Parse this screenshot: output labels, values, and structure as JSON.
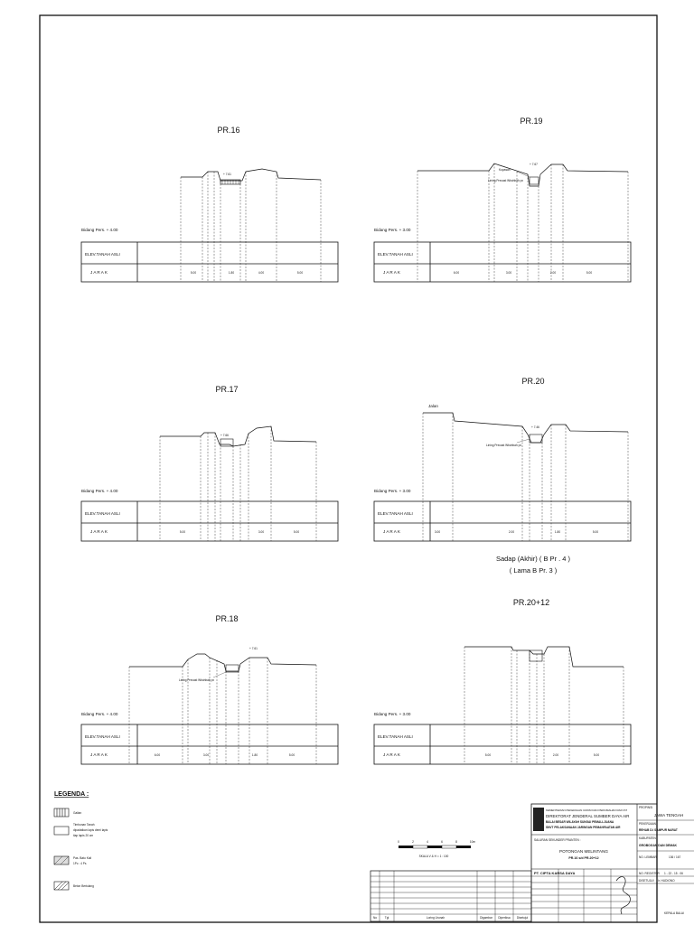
{
  "sheet": {
    "sections": [
      {
        "title": "PR.16",
        "datum": "Bidang  Pers. + 4.00",
        "elev_label": "ELEV.TANAH ASLI",
        "jarak_label": "J  A  R  A  K",
        "distances": [
          "5.00",
          "1.80",
          "4.00",
          "5.00"
        ],
        "ditch_level": "+ 7.61",
        "ditch_note": "",
        "left_note": ""
      },
      {
        "title": "PR.19",
        "datum": "Bidang  Pers. + 3.00",
        "elev_label": "ELEV.TANAH ASLI",
        "jarak_label": "J  A  R  A  K",
        "distances": [
          "6.00",
          "3.00",
          "2.00",
          "5.00"
        ],
        "ditch_level": "+ 7.67",
        "ditch_note": "Lining Precast Wbohbah px",
        "left_note": "Kupasan"
      },
      {
        "title": "PR.17",
        "datum": "Bidang  Pers. + 4.00",
        "elev_label": "ELEV.TANAH ASLI",
        "jarak_label": "J  A  R  A  K",
        "distances": [
          "5.00",
          "3.00",
          "5.00"
        ],
        "ditch_level": "+ 7.66",
        "ditch_note": "",
        "left_note": ""
      },
      {
        "title": "PR.20",
        "datum": "Bidang  Pers. + 3.00",
        "elev_label": "ELEV.TANAH ASLI",
        "jarak_label": "J  A  R  A  K",
        "distances": [
          "3.00",
          "2.00",
          "1.80",
          "5.00"
        ],
        "ditch_level": "+ 7.46",
        "ditch_note": "Lining Precast Wbohbah px",
        "left_note": "Jalan"
      },
      {
        "title": "PR.18",
        "datum": "Bidang  Pers. + 4.00",
        "elev_label": "ELEV.TANAH ASLI",
        "jarak_label": "J  A  R  A  K",
        "distances": [
          "6.00",
          "3.00",
          "1.80",
          "5.00"
        ],
        "ditch_level": "+ 7.61",
        "ditch_note": "Lining Precast Wbohbah px",
        "left_note": ""
      },
      {
        "title": "PR.20+12",
        "datum": "Bidang  Pers. + 3.00",
        "elev_label": "ELEV.TANAH ASLI",
        "jarak_label": "J  A  R  A  K",
        "distances": [
          "5.00",
          "2.00",
          "5.00"
        ],
        "ditch_level": "",
        "ditch_note": "",
        "left_note": ""
      }
    ],
    "sadap_line1": "Sadap (Akhir) ( B Pr . 4 )",
    "sadap_line2": "( Lama B Pr. 3 )"
  },
  "legend": {
    "title": "LEGENDA :",
    "items": [
      {
        "label": "Galian"
      },
      {
        "label": "Timbunan Tanah",
        "sub1": "dipadatkan lapis demi lapis",
        "sub2": "tiap lapis 20 cm"
      },
      {
        "label": "Pas. Batu Kali",
        "sub1": "1Pc : 4 Ps"
      },
      {
        "label": "Beton Bertulang"
      }
    ]
  },
  "scale_bar": {
    "ticks": [
      "0",
      "2",
      "4",
      "6",
      "8",
      "10m"
    ],
    "caption": "SKALA  V & H = 1 : 100"
  },
  "title_block": {
    "ministry": "KEMENTERIAN PEKERJAAN UMUM DAN PERUMAHAN RAKYAT",
    "directorate": "DIREKTORAT JENDERAL SUMBER DAYA AIR",
    "balai_line1": "BALAI BESAR WILAYAH SUNGAI PEMALI-JUANA",
    "balai_line2": "SNVT PELAKSANAAN JARINGAN PEMANFAATAN AIR",
    "channel_label": "SALURAN  SEKUNDER PRANTEN :",
    "drawing_title": "POTONGAN  MELINTANG",
    "drawing_range": "PR.16 s/d PR.20+12",
    "consultant": "PT. CIPTA KARSA DAYA",
    "province_label": "PROPINSI",
    "province": "JAWA TENGAH",
    "project_label": "PEKERJAAN :",
    "project": "REHAB D.I SAMPUR NARAT",
    "region_label": "KABUPATEN",
    "region": "GROBOGAN DAN DEMAK",
    "sheet_label": "NO. LEMBAR",
    "sheet_no": "136 / 167",
    "reg_label": "NO. REGISTER",
    "reg_no": "1 - 22 - 15 - 06",
    "approved_label": "DISETUJUI",
    "approved": "Ir. HUDIONO",
    "stamp_text": "KEPALA BALAI",
    "rev_cols": [
      "No",
      "Tgl",
      "Uraian Revisi",
      "Digambar",
      "Diperiksa",
      "Disetujui"
    ],
    "rev_note": "Loring  Urunah"
  }
}
